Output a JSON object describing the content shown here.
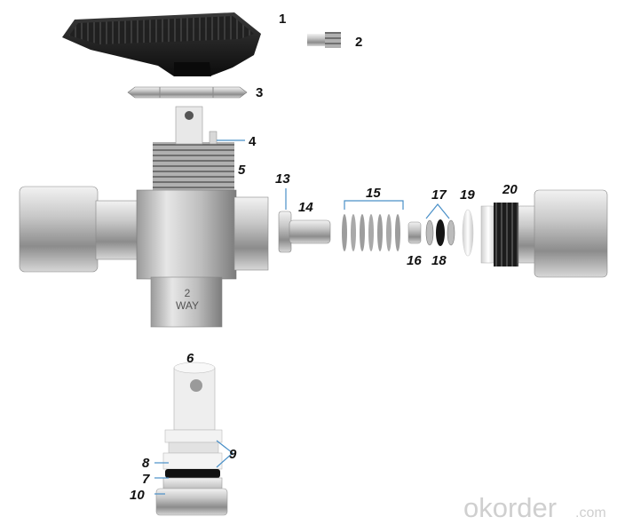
{
  "parts": [
    {
      "id": "1",
      "label": "1",
      "italic": false
    },
    {
      "id": "2",
      "label": "2",
      "italic": false
    },
    {
      "id": "3",
      "label": "3",
      "italic": false
    },
    {
      "id": "4",
      "label": "4",
      "italic": false
    },
    {
      "id": "5",
      "label": "5",
      "italic": true
    },
    {
      "id": "6",
      "label": "6",
      "italic": true
    },
    {
      "id": "7",
      "label": "7",
      "italic": true
    },
    {
      "id": "8",
      "label": "8",
      "italic": true
    },
    {
      "id": "9",
      "label": "9",
      "italic": true
    },
    {
      "id": "10",
      "label": "10",
      "italic": true
    },
    {
      "id": "13",
      "label": "13",
      "italic": true
    },
    {
      "id": "14",
      "label": "14",
      "italic": true
    },
    {
      "id": "15",
      "label": "15",
      "italic": true
    },
    {
      "id": "16",
      "label": "16",
      "italic": true
    },
    {
      "id": "17",
      "label": "17",
      "italic": true
    },
    {
      "id": "18",
      "label": "18",
      "italic": true
    },
    {
      "id": "19",
      "label": "19",
      "italic": true
    },
    {
      "id": "20",
      "label": "20",
      "italic": true
    }
  ],
  "body_marking": {
    "line1": "2",
    "line2": "WAY"
  },
  "watermark": {
    "main": "okorder",
    "suffix": ".com"
  },
  "colors": {
    "leader_line": "#4a90c8",
    "steel": "#b9b9b9",
    "handle": "#1e1e1e"
  }
}
